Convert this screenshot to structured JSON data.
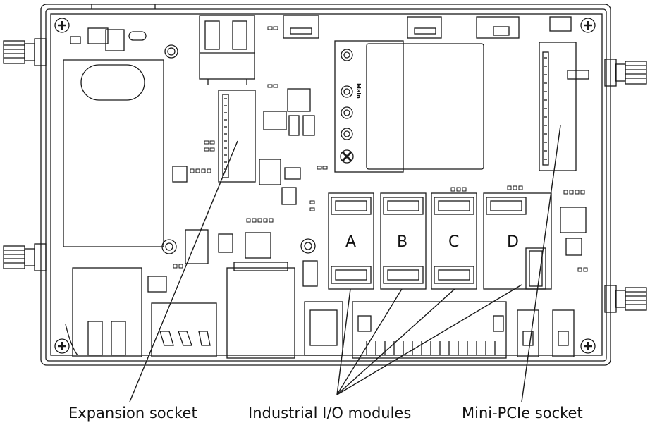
{
  "callouts": {
    "expansion": "Expansion socket",
    "industrial": "Industrial I/O modules",
    "minipcie": "Mini-PCIe socket"
  },
  "slots": {
    "a": "A",
    "b": "B",
    "c": "C",
    "d": "D"
  },
  "antenna_label": "Main",
  "colors": {
    "line": "#1a1a1a",
    "background": "#ffffff"
  },
  "icons": [
    "screw-icon",
    "sma-antenna-connector",
    "ethernet-port",
    "usb-port",
    "terminal-block"
  ]
}
